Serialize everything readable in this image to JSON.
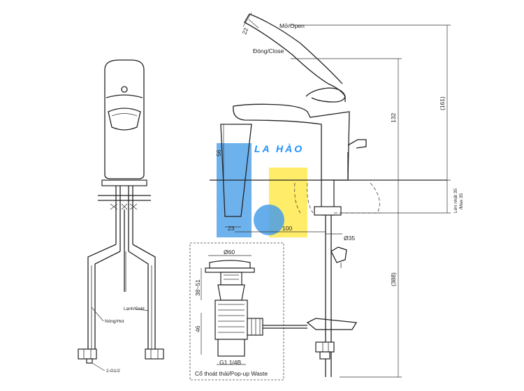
{
  "labels": {
    "open": "Mở/Open",
    "close": "Đóng/Close",
    "cold": "Lạnh/Cold",
    "hot": "Nóng/Hot",
    "thread_inlet": "2-G1/2",
    "min_max": "Lớn nhất 35",
    "max": "/Max 35",
    "popup_caption": "Cổ thoát thải/Pop-up Waste",
    "popup_thread": "G1 1/4B"
  },
  "dimensions": {
    "angle": "22",
    "height_132": "132",
    "height_161": "(161)",
    "height_56": "56",
    "offset_23": "23",
    "reach_100": "100",
    "dia_35": "Ø35",
    "total_388": "(388)",
    "dia_60": "Ø60",
    "range_38_51": "38~51",
    "dim_46": "46"
  },
  "watermark": {
    "text": "LA HÀO",
    "color": "#1e90ff",
    "blue": "#4a9fe8",
    "yellow": "#ffe94d"
  }
}
